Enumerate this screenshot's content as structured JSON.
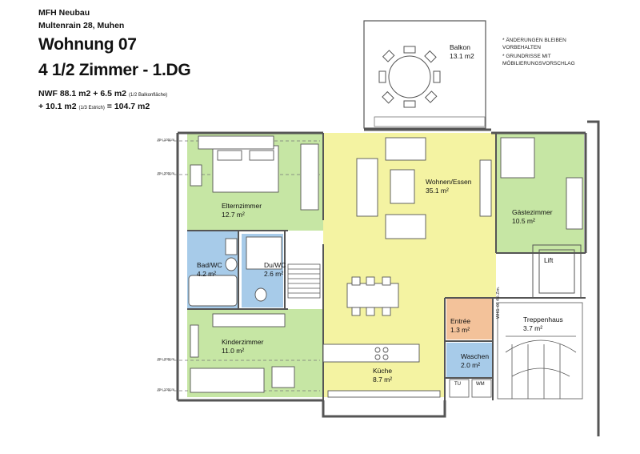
{
  "header": {
    "project": "MFH Neubau",
    "address": "Multenrain 28, Muhen",
    "unit": "Wohnung 07",
    "rooms_floor": "4 1/2 Zimmer - 1.DG",
    "nwf_line_a": "NWF 88.1 m2 + 6.5 m2",
    "nwf_line_a_note": "(1/2 Balkonfläche)",
    "nwf_line_b_a": "+ 10.1 m2",
    "nwf_line_b_note": "(1/3 Estrich)",
    "nwf_line_b_b": "= 104.7 m2"
  },
  "notes": [
    "*  ÄNDERUNGEN BLEIBEN",
    "    VORBEHALTEN",
    "*  GRUNDRISSE MIT",
    "    MÖBILIERUNGSVORSCHLAG"
  ],
  "rooms": {
    "balkon": {
      "name": "Balkon",
      "area": "13.1 m2"
    },
    "eltern": {
      "name": "Elternzimmer",
      "area": "12.7 m²"
    },
    "wohnen": {
      "name": "Wohnen/Essen",
      "area": "35.1 m²"
    },
    "gaeste": {
      "name": "Gästezimmer",
      "area": "10.5 m²"
    },
    "bad": {
      "name": "Bad/WC",
      "area": "4.2 m²"
    },
    "du": {
      "name": "Du/WC",
      "area": "2.6 m²"
    },
    "lift": {
      "name": "Lift"
    },
    "entree": {
      "name": "Entrée",
      "area": "1.3 m²"
    },
    "treppe": {
      "name": "Treppenhaus",
      "area": "3.7 m²"
    },
    "kinder": {
      "name": "Kinderzimmer",
      "area": "11.0 m²"
    },
    "kueche": {
      "name": "Küche",
      "area": "8.7 m²"
    },
    "waschen": {
      "name": "Waschen",
      "area": "2.0 m²"
    }
  },
  "appliances": {
    "tu": "TU",
    "wm": "WM"
  },
  "unit_tag": "WHG. 07 4½ Zim.",
  "room_heights": [
    "RH 100cm",
    "RH 200cm",
    "RH 200cm",
    "RH 100cm"
  ],
  "colors": {
    "green": "#c6e6a4",
    "yellow": "#f4f3a2",
    "blue": "#a7cbe9",
    "orange": "#f3c29a",
    "wall": "#555555"
  }
}
